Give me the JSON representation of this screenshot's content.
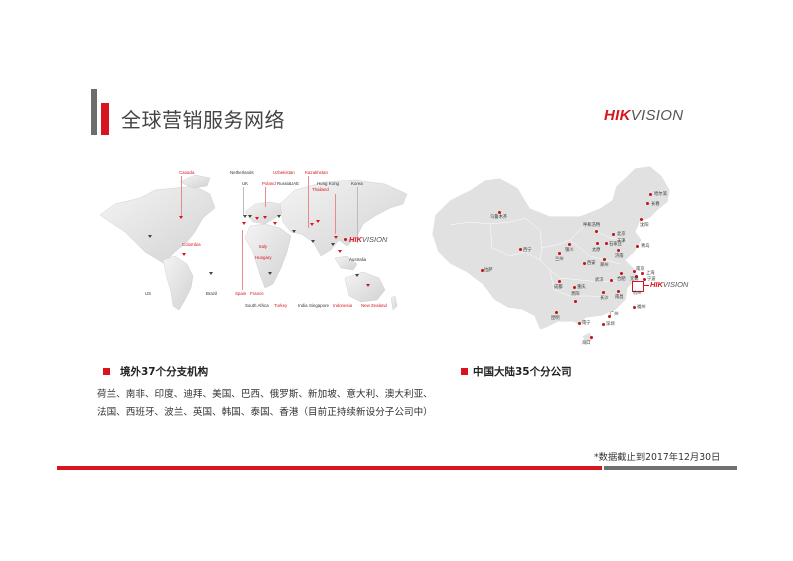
{
  "header": {
    "title": "全球营销服务网络",
    "logo": {
      "hik": "HIK",
      "vision": "VISION"
    }
  },
  "colors": {
    "accent": "#d8141f",
    "grey_bar": "#6d6d6d",
    "text": "#333333"
  },
  "world_map": {
    "hq_logo": {
      "hik": "HIK",
      "vision": "VISION"
    },
    "labels": {
      "canada": "Canada",
      "netherlands": "Netherlands",
      "uzbekistan": "Uzbekistan",
      "kazakhstan": "Kazakhstan",
      "uk": "UK",
      "poland": "Poland",
      "russia": "Russia",
      "uae": "UAE",
      "hong_kong": "Hong Kong",
      "thailand": "Thailand",
      "korea": "Korea",
      "colombia": "Colombia",
      "italy": "Italy",
      "hungary": "Hungary",
      "australia": "Australia",
      "us": "US",
      "brazil": "Brazil",
      "spain": "Spain",
      "france": "France",
      "south_africa": "South Africa",
      "turkey": "Turkey",
      "india": "India",
      "singapore": "Singapore",
      "indonesia": "Indonesia",
      "new_zealand": "New Zealand"
    }
  },
  "china_map": {
    "hq_logo": {
      "hik": "HIK",
      "vision": "VISION"
    },
    "cities": {
      "harbin": "哈尔滨",
      "changchun": "长春",
      "shenyang": "沈阳",
      "urumqi": "乌鲁木齐",
      "hohhot": "呼和浩特",
      "beijing": "北京",
      "tianjin": "天津",
      "yinchuan": "银川",
      "taiyuan": "太原",
      "shijiazhuang": "石家庄",
      "qingdao": "青岛",
      "xining": "西宁",
      "lanzhou": "兰州",
      "jinan": "济南",
      "xian": "西安",
      "zhengzhou": "郑州",
      "lhasa": "拉萨",
      "nanjing": "南京",
      "shanghai": "上海",
      "hefei": "合肥",
      "wuxi": "无锡",
      "ningbo": "宁波",
      "wuhan": "武汉",
      "hangzhou": "杭州",
      "chengdu": "成都",
      "chongqing": "重庆",
      "guiyang": "贵阳",
      "changsha": "长沙",
      "nanchang": "南昌",
      "fuzhou": "福州",
      "kunming": "昆明",
      "guangzhou": "广州",
      "nanning": "南宁",
      "shenzhen": "深圳",
      "haikou": "海口"
    }
  },
  "overseas": {
    "heading": "境外37个分支机构",
    "line1": "荷兰、南非、印度、迪拜、美国、巴西、俄罗斯、新加坡、意大利、澳大利亚、",
    "line2": "法国、西班牙、波兰、英国、韩国、泰国、香港（目前正持续新设分子公司中）"
  },
  "domestic": {
    "heading": "中国大陆35个分公司"
  },
  "footer": {
    "note": "*数据截止到2017年12月30日"
  }
}
